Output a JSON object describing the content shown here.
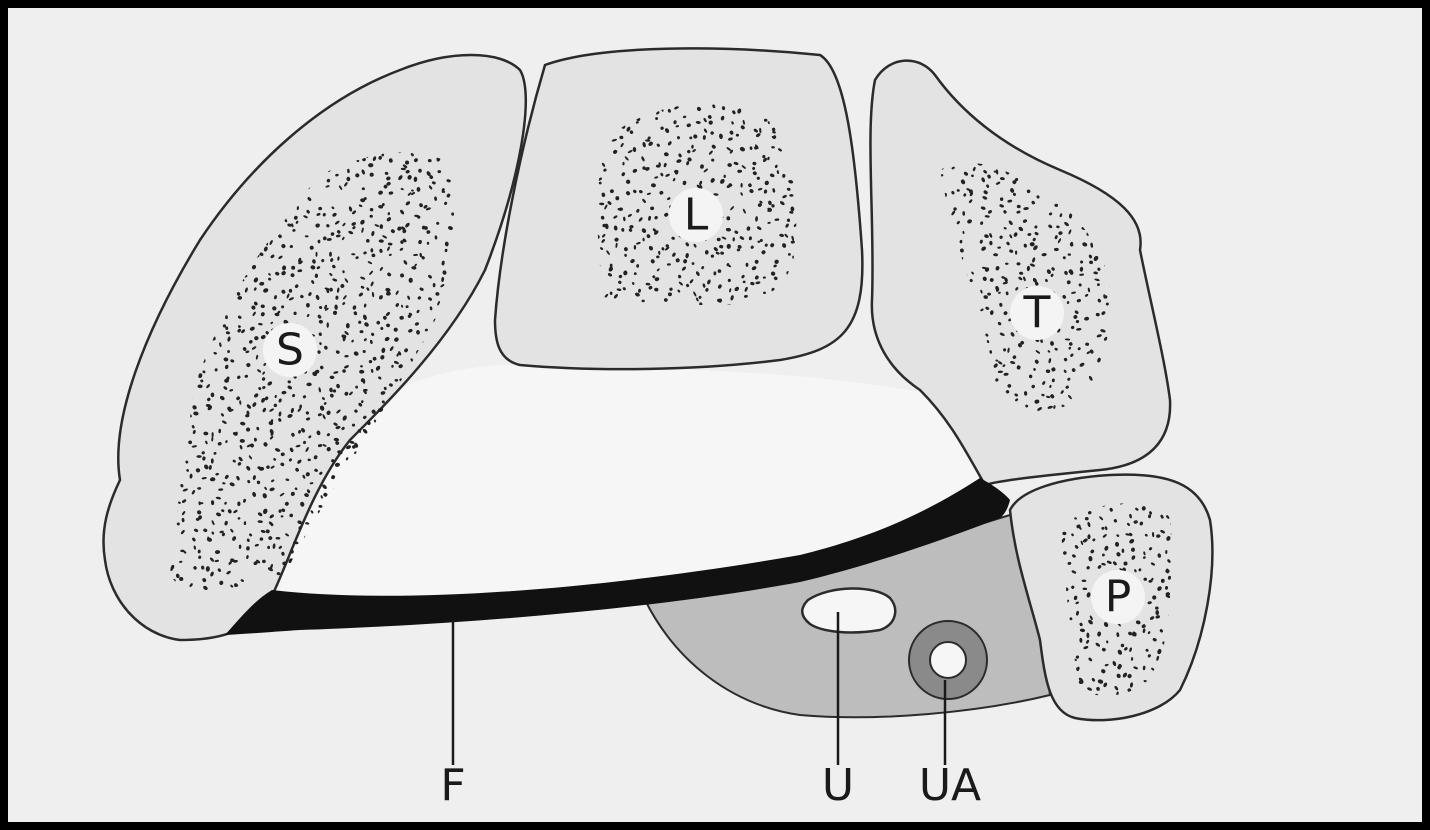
{
  "labels": {
    "S": "S",
    "L": "L",
    "T": "T",
    "P": "P",
    "F": "F",
    "U": "U",
    "UA": "UA"
  },
  "colors": {
    "page": "#efefef",
    "frame": "#000000",
    "bone_fill": "#e3e3e3",
    "canal_fill": "#f6f6f6",
    "guyon_fill": "#bdbdbd",
    "artery_ring": "#8a8a8a",
    "speckle": "#222222",
    "outline": "#2b2b2b",
    "retinaculum": "#111111"
  }
}
